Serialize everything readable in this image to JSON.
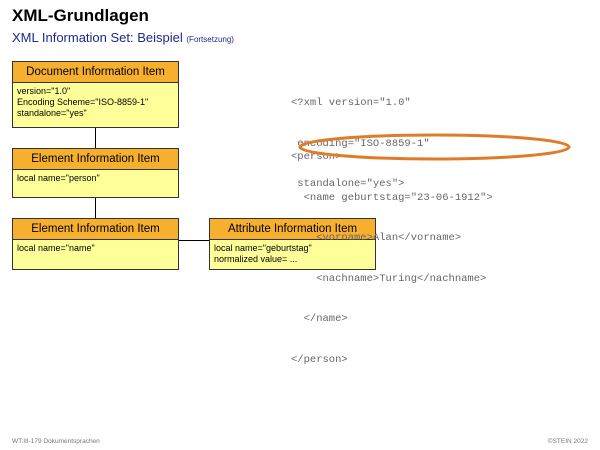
{
  "header": {
    "title": "XML-Grundlagen",
    "subtitle": "XML Information Set: Beispiel",
    "subtitle_note": "(Fortsetzung)"
  },
  "boxes": {
    "document": {
      "title": "Document Information Item",
      "lines": [
        "version=\"1.0\"",
        "Encoding Scheme=\"ISO-8859-1\"",
        "standalone=\"yes\""
      ]
    },
    "element_person": {
      "title": "Element Information Item",
      "lines": [
        "local name=\"person\""
      ]
    },
    "element_name": {
      "title": "Element Information Item",
      "lines": [
        "local name=\"name\""
      ]
    },
    "attribute": {
      "title": "Attribute Information Item",
      "lines": [
        "local name=\"geburtstag\"",
        "normalized value= ..."
      ]
    }
  },
  "code": {
    "declaration": [
      "<?xml version=\"1.0\"",
      " encoding=\"ISO-8859-1\"",
      " standalone=\"yes\">"
    ],
    "body": [
      "<person>",
      "  <name geburtstag=\"23-06-1912\">",
      "    <vorname>Alan</vorname>",
      "    <nachname>Turing</nachname>",
      "  </name>",
      "</person>"
    ]
  },
  "highlight_color": "#e07b28",
  "footer": {
    "left": "WT:III-179   Dokumentsprachen",
    "right": "©STEIN 2022"
  }
}
